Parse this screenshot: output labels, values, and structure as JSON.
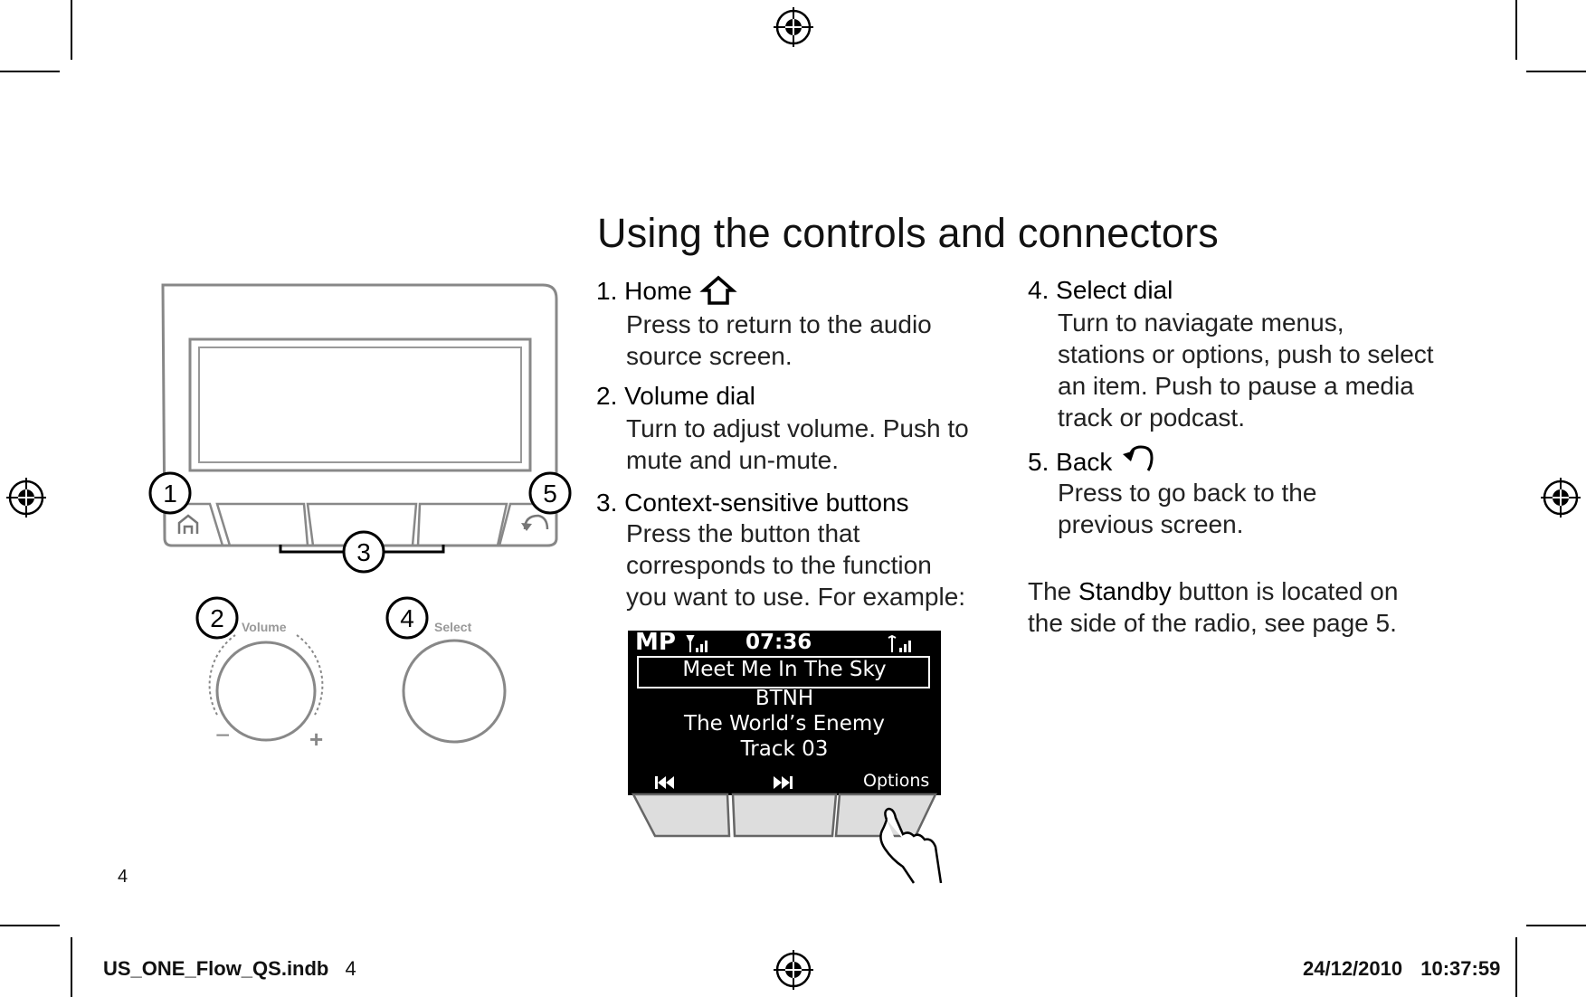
{
  "title": "Using the controls and connectors",
  "items": [
    {
      "number": "1.",
      "label": "Home",
      "icon": "home-icon",
      "description": "Press to return to the audio source screen."
    },
    {
      "number": "2.",
      "label": "Volume dial",
      "description": "Turn to adjust volume. Push to mute and un-mute."
    },
    {
      "number": "3.",
      "label": "Context-sensitive buttons",
      "description": "Press the button that corresponds to the function you want to use. For example:"
    },
    {
      "number": "4.",
      "label": "Select dial",
      "description": "Turn to naviagate menus, stations or options, push to select an item. Push to pause a media track or podcast."
    },
    {
      "number": "5.",
      "label": "Back",
      "icon": "back-icon",
      "description": "Press to go back to the previous screen."
    }
  ],
  "standby_note": {
    "prefix": "The ",
    "keyword": "Standby",
    "suffix": " button is located on the side of the radio, see page 5."
  },
  "diagram": {
    "callouts": [
      "1",
      "2",
      "3",
      "4",
      "5"
    ],
    "volume_label": "Volume",
    "select_label": "Select",
    "minus": "−",
    "plus": "+"
  },
  "lcd": {
    "source": "MP",
    "time": "07:36",
    "line1": "Meet Me In The Sky",
    "line2": "BTNH",
    "line3": "The World’s Enemy",
    "line4": "Track 03",
    "options": "Options",
    "prev_icon": "previous-track-icon",
    "next_icon": "next-track-icon"
  },
  "page_number": "4",
  "footer": {
    "filename": "US_ONE_Flow_QS.indb",
    "file_page": "4",
    "date": "24/12/2010",
    "time": "10:37:59"
  }
}
